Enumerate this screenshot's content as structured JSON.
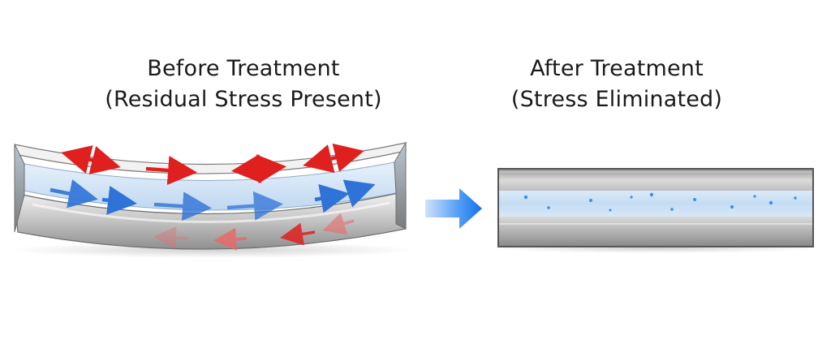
{
  "before": {
    "title_line1": "Before Treatment",
    "title_line2": "(Residual Stress Present)"
  },
  "after": {
    "title_line1": "After Treatment",
    "title_line2": "(Stress Eliminated)"
  },
  "colors": {
    "tension_arrow": "#e01f1f",
    "flow_arrow": "#2f73d8",
    "transition_arrow": "#1e7ff0",
    "metal_light": "#e6e6e6",
    "metal_dark": "#8d8d8d",
    "core_blue": "#cfe3f6",
    "particle_blue": "#3d8fe8"
  },
  "icons": {
    "transition": "arrow-right-icon"
  }
}
